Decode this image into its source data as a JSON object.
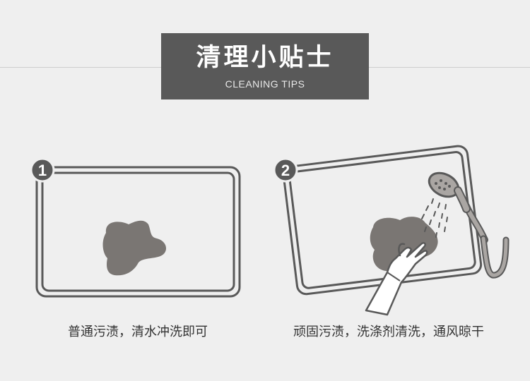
{
  "header": {
    "title": "清理小贴士",
    "subtitle": "CLEANING TIPS"
  },
  "steps": [
    {
      "number": "1",
      "caption": "普通污渍，清水冲洗即可"
    },
    {
      "number": "2",
      "caption": "顽固污渍，洗涤剂清洗，通风晾干"
    }
  ],
  "colors": {
    "background": "#efefef",
    "title_box": "#595959",
    "stain": "#7a7673",
    "outline": "#595959"
  }
}
